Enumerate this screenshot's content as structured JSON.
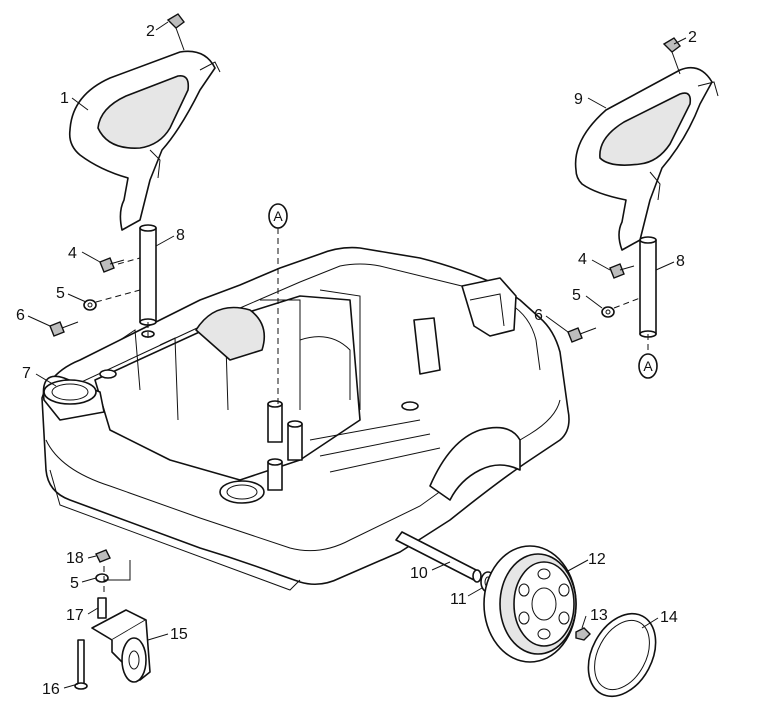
{
  "callouts": [
    {
      "id": "c-2-left",
      "label": "2"
    },
    {
      "id": "c-1",
      "label": "1"
    },
    {
      "id": "c-8-left",
      "label": "8"
    },
    {
      "id": "c-4-left",
      "label": "4"
    },
    {
      "id": "c-5-left",
      "label": "5"
    },
    {
      "id": "c-6-left",
      "label": "6"
    },
    {
      "id": "c-7",
      "label": "7"
    },
    {
      "id": "c-2-right",
      "label": "2"
    },
    {
      "id": "c-9",
      "label": "9"
    },
    {
      "id": "c-4-right",
      "label": "4"
    },
    {
      "id": "c-8-right",
      "label": "8"
    },
    {
      "id": "c-5-right",
      "label": "5"
    },
    {
      "id": "c-6-right",
      "label": "6"
    },
    {
      "id": "c-18",
      "label": "18"
    },
    {
      "id": "c-5-bottom",
      "label": "5"
    },
    {
      "id": "c-17",
      "label": "17"
    },
    {
      "id": "c-15",
      "label": "15"
    },
    {
      "id": "c-16",
      "label": "16"
    },
    {
      "id": "c-10",
      "label": "10"
    },
    {
      "id": "c-11",
      "label": "11"
    },
    {
      "id": "c-12",
      "label": "12"
    },
    {
      "id": "c-13",
      "label": "13"
    },
    {
      "id": "c-14",
      "label": "14"
    }
  ],
  "refs": {
    "top": "A",
    "right": "A"
  }
}
